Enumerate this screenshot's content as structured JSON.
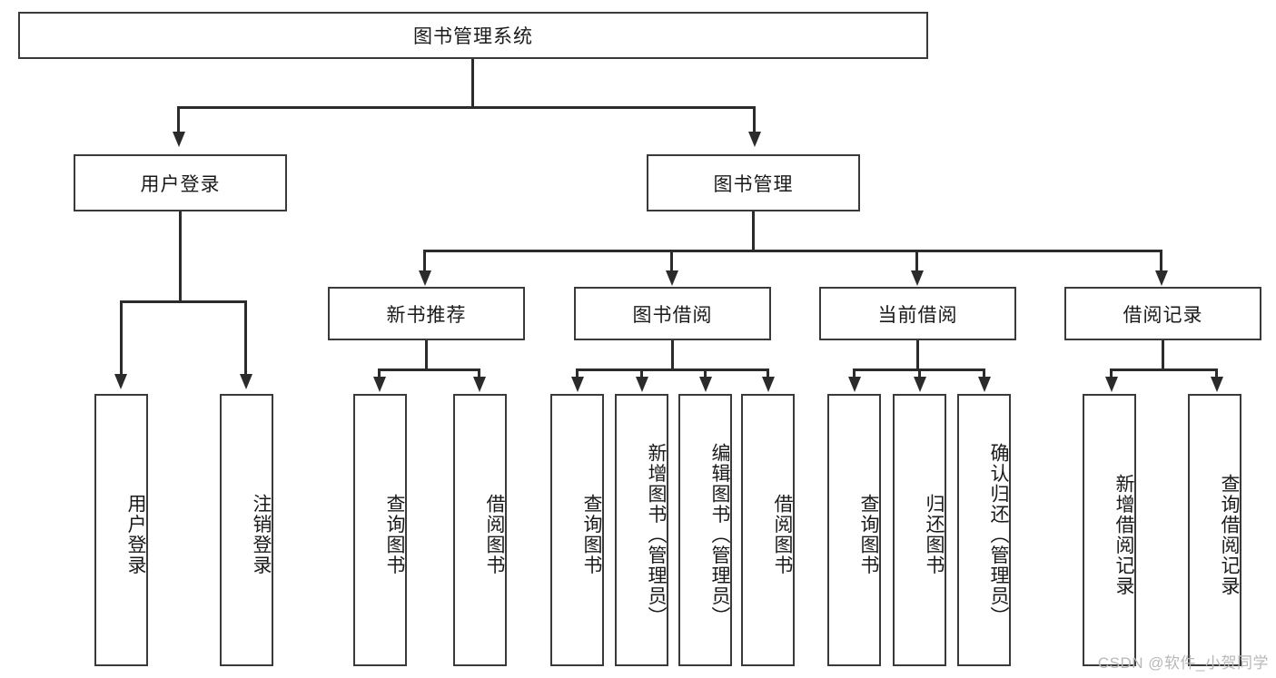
{
  "diagram": {
    "title": "图书管理系统",
    "type": "tree-hierarchy-chart",
    "root": {
      "label": "图书管理系统"
    },
    "level2": [
      {
        "label": "用户登录"
      },
      {
        "label": "图书管理"
      }
    ],
    "level3": [
      {
        "label": "新书推荐"
      },
      {
        "label": "图书借阅"
      },
      {
        "label": "当前借阅"
      },
      {
        "label": "借阅记录"
      }
    ],
    "leaves": {
      "user_login": [
        {
          "label": "用户登录"
        },
        {
          "label": "注销登录"
        }
      ],
      "new_book_recommend": [
        {
          "label": "查询图书"
        },
        {
          "label": "借阅图书"
        }
      ],
      "book_borrow": [
        {
          "label": "查询图书"
        },
        {
          "label": "新增图书（管理员）"
        },
        {
          "label": "编辑图书（管理员）"
        },
        {
          "label": "借阅图书"
        }
      ],
      "current_borrow": [
        {
          "label": "查询图书"
        },
        {
          "label": "归还图书"
        },
        {
          "label": "确认归还（管理员）"
        }
      ],
      "borrow_record": [
        {
          "label": "新增借阅记录"
        },
        {
          "label": "查询借阅记录"
        }
      ]
    }
  },
  "watermark": {
    "text": "CSDN @软件_小贺同学"
  },
  "colors": {
    "box_border": "#3a3a3a",
    "line": "#2b2b2b",
    "text": "#1a1a1a",
    "background": "#ffffff",
    "watermark": "#b8b8b8"
  }
}
